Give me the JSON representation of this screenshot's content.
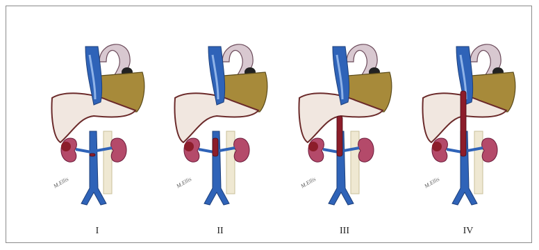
{
  "panels": [
    {
      "label": "I",
      "stage": 1
    },
    {
      "label": "II",
      "stage": 2
    },
    {
      "label": "III",
      "stage": 3
    },
    {
      "label": "IV",
      "stage": 4
    }
  ],
  "signature": "M.Ellis",
  "colors": {
    "vena_cava": "#2f63b8",
    "vena_cava_light": "#8fb3e8",
    "heart": "#a78a3a",
    "liver": "#f1e7e0",
    "liver_outline": "#6b2a2a",
    "tumor": "#8c1d2a",
    "kidney": "#b44a6a",
    "aorta": "#d8c8d0"
  }
}
